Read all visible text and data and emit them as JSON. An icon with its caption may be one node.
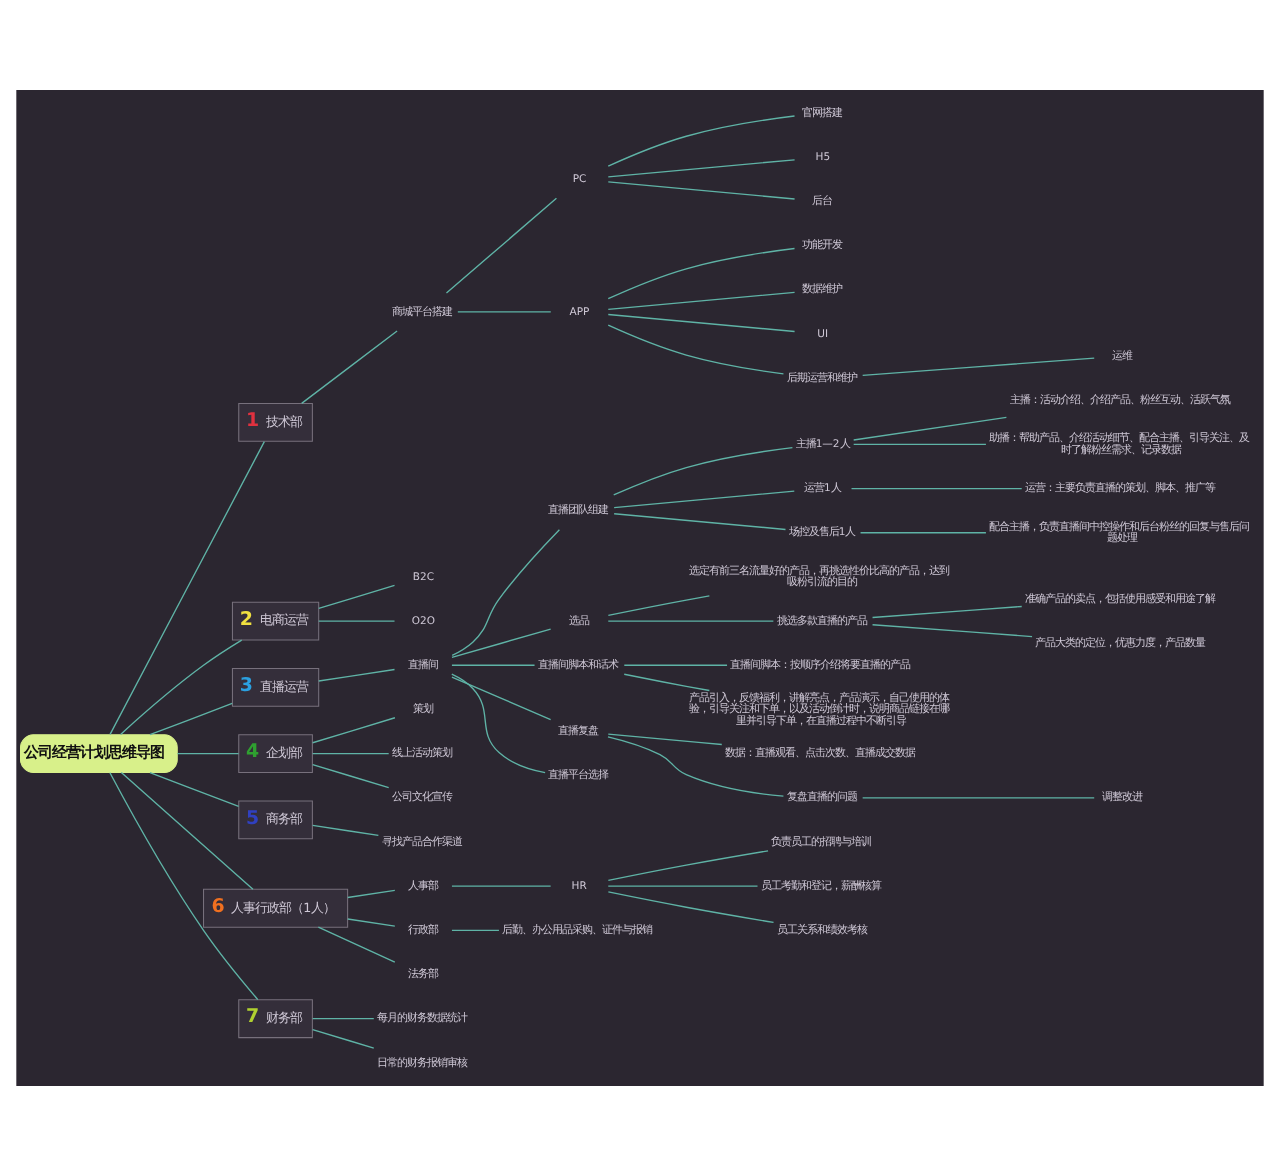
{
  "diagram": {
    "nodes": [
      {
        "text": [
          "公司经营计划思维导图"
        ]
      },
      {
        "text": [
          "1",
          "技术部"
        ]
      },
      {
        "text": [
          "商城平台搭建"
        ]
      },
      {
        "text": [
          "PC"
        ]
      },
      {
        "text": [
          "官网搭建"
        ]
      },
      {
        "text": [
          "H5"
        ]
      },
      {
        "text": [
          "后台"
        ]
      },
      {
        "text": [
          "APP"
        ]
      },
      {
        "text": [
          "功能开发"
        ]
      },
      {
        "text": [
          "数据维护"
        ]
      },
      {
        "text": [
          "UI"
        ]
      },
      {
        "text": [
          "后期运营和维护"
        ]
      },
      {
        "text": [
          "运维"
        ]
      },
      {
        "text": [
          "2",
          "电商运营"
        ]
      },
      {
        "text": [
          "B2C"
        ]
      },
      {
        "text": [
          "O2O"
        ]
      },
      {
        "text": [
          "3",
          "直播运营"
        ]
      },
      {
        "text": [
          "直播间"
        ]
      },
      {
        "text": [
          "直播团队组建"
        ]
      },
      {
        "text": [
          "主播1—2人"
        ]
      },
      {
        "text": [
          "主播：活动介绍、介绍产品、粉丝互动、活跃气氛"
        ]
      },
      {
        "text": [
          "助播：帮助产品、介绍活动细节、配合主播、引导关注、及时了解粉丝需求、记录数据"
        ]
      },
      {
        "text": [
          "运营1人"
        ]
      },
      {
        "text": [
          "运营：主要负责直播的策划、脚本、推广等"
        ]
      },
      {
        "text": [
          "场控及售后1人"
        ]
      },
      {
        "text": [
          "配合主播，负责直播间中控操作和后台粉丝的回复与售后问题处理"
        ]
      },
      {
        "text": [
          "选品"
        ]
      },
      {
        "text": [
          "选定有前三名流量好的产品，再挑选性价比高的产品，达到吸粉引流的目的"
        ]
      },
      {
        "text": [
          "挑选多款直播的产品"
        ]
      },
      {
        "text": [
          "准确产品的卖点，包括使用感受和用途了解"
        ]
      },
      {
        "text": [
          "产品大类的定位，优惠力度，产品数量"
        ]
      },
      {
        "text": [
          "直播间脚本和话术"
        ]
      },
      {
        "text": [
          "直播间脚本：按顺序介绍将要直播的产品"
        ]
      },
      {
        "text": [
          "产品引入，反馈福利，讲解亮点，产品演示，自己使用的体验，引导关注和下单，以及活动倒计时，说明商品链接在哪里并引导下单，在直播过程中不断引导"
        ]
      },
      {
        "text": [
          "直播复盘"
        ]
      },
      {
        "text": [
          "数据：直播观看、点击次数、直播成交数据"
        ]
      },
      {
        "text": [
          "复盘直播的问题"
        ]
      },
      {
        "text": [
          "调整改进"
        ]
      },
      {
        "text": [
          "直播平台选择"
        ]
      },
      {
        "text": [
          "4",
          "企划部"
        ]
      },
      {
        "text": [
          "策划"
        ]
      },
      {
        "text": [
          "线上活动策划"
        ]
      },
      {
        "text": [
          "公司文化宣传"
        ]
      },
      {
        "text": [
          "5",
          "商务部"
        ]
      },
      {
        "text": [
          "寻找产品合作渠道"
        ]
      },
      {
        "text": [
          "6",
          "人事行政部（1人）"
        ]
      },
      {
        "text": [
          "人事部"
        ]
      },
      {
        "text": [
          "HR"
        ]
      },
      {
        "text": [
          "负责员工的招聘与培训"
        ]
      },
      {
        "text": [
          "员工考勤和登记，薪酬核算"
        ]
      },
      {
        "text": [
          "员工关系和绩效考核"
        ]
      },
      {
        "text": [
          "行政部"
        ]
      },
      {
        "text": [
          "后勤、办公用品采购、证件与报销"
        ]
      },
      {
        "text": [
          "法务部"
        ]
      },
      {
        "text": [
          "7",
          "财务部"
        ]
      },
      {
        "text": [
          "每月的财务数据统计"
        ]
      },
      {
        "text": [
          "日常的财务报销审核"
        ]
      }
    ],
    "edges": [
      {
        "from": 0,
        "to": 1,
        "arrow": "none"
      },
      {
        "from": 1,
        "to": 2,
        "arrow": "none"
      },
      {
        "from": 2,
        "to": 3,
        "arrow": "none"
      },
      {
        "from": 3,
        "to": 4,
        "arrow": "none"
      },
      {
        "from": 3,
        "to": 5,
        "arrow": "none"
      },
      {
        "from": 3,
        "to": 6,
        "arrow": "none"
      },
      {
        "from": 2,
        "to": 7,
        "arrow": "none"
      },
      {
        "from": 7,
        "to": 8,
        "arrow": "none"
      },
      {
        "from": 7,
        "to": 9,
        "arrow": "none"
      },
      {
        "from": 7,
        "to": 10,
        "arrow": "none"
      },
      {
        "from": 7,
        "to": 11,
        "arrow": "none"
      },
      {
        "from": 11,
        "to": 12,
        "arrow": "none"
      },
      {
        "from": 0,
        "to": 13,
        "arrow": "none"
      },
      {
        "from": 13,
        "to": 14,
        "arrow": "none"
      },
      {
        "from": 13,
        "to": 15,
        "arrow": "none"
      },
      {
        "from": 0,
        "to": 16,
        "arrow": "none"
      },
      {
        "from": 16,
        "to": 17,
        "arrow": "none"
      },
      {
        "from": 17,
        "to": 18,
        "arrow": "none"
      },
      {
        "from": 18,
        "to": 19,
        "arrow": "none"
      },
      {
        "from": 19,
        "to": 20,
        "arrow": "none"
      },
      {
        "from": 19,
        "to": 21,
        "arrow": "none"
      },
      {
        "from": 18,
        "to": 22,
        "arrow": "none"
      },
      {
        "from": 22,
        "to": 23,
        "arrow": "none"
      },
      {
        "from": 18,
        "to": 24,
        "arrow": "none"
      },
      {
        "from": 24,
        "to": 25,
        "arrow": "none"
      },
      {
        "from": 17,
        "to": 26,
        "arrow": "none"
      },
      {
        "from": 26,
        "to": 27,
        "arrow": "none"
      },
      {
        "from": 26,
        "to": 28,
        "arrow": "none"
      },
      {
        "from": 28,
        "to": 29,
        "arrow": "none"
      },
      {
        "from": 28,
        "to": 30,
        "arrow": "none"
      },
      {
        "from": 17,
        "to": 31,
        "arrow": "none"
      },
      {
        "from": 31,
        "to": 32,
        "arrow": "none"
      },
      {
        "from": 31,
        "to": 33,
        "arrow": "none"
      },
      {
        "from": 17,
        "to": 34,
        "arrow": "none"
      },
      {
        "from": 34,
        "to": 35,
        "arrow": "none"
      },
      {
        "from": 34,
        "to": 36,
        "arrow": "none"
      },
      {
        "from": 36,
        "to": 37,
        "arrow": "none"
      },
      {
        "from": 17,
        "to": 38,
        "arrow": "none"
      },
      {
        "from": 0,
        "to": 39,
        "arrow": "none"
      },
      {
        "from": 39,
        "to": 40,
        "arrow": "none"
      },
      {
        "from": 39,
        "to": 41,
        "arrow": "none"
      },
      {
        "from": 39,
        "to": 42,
        "arrow": "none"
      },
      {
        "from": 0,
        "to": 43,
        "arrow": "none"
      },
      {
        "from": 43,
        "to": 44,
        "arrow": "none"
      },
      {
        "from": 0,
        "to": 45,
        "arrow": "none"
      },
      {
        "from": 45,
        "to": 46,
        "arrow": "none"
      },
      {
        "from": 46,
        "to": 47,
        "arrow": "none"
      },
      {
        "from": 47,
        "to": 48,
        "arrow": "none"
      },
      {
        "from": 47,
        "to": 49,
        "arrow": "none"
      },
      {
        "from": 47,
        "to": 50,
        "arrow": "none"
      },
      {
        "from": 45,
        "to": 51,
        "arrow": "none"
      },
      {
        "from": 51,
        "to": 52,
        "arrow": "none"
      },
      {
        "from": 45,
        "to": 53,
        "arrow": "none"
      },
      {
        "from": 0,
        "to": 54,
        "arrow": "none"
      },
      {
        "from": 54,
        "to": 55,
        "arrow": "none"
      },
      {
        "from": 54,
        "to": 56,
        "arrow": "none"
      }
    ]
  }
}
